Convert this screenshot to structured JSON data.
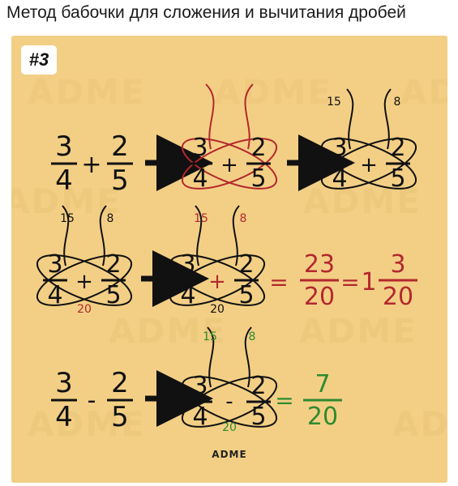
{
  "title": "Метод бабочки для сложения и вычитания дробей",
  "badge": "#3",
  "watermark": "ADME",
  "footer": "ADME",
  "colors": {
    "background": "#f3cf85",
    "ink": "#111111",
    "red": "#b3282e",
    "green": "#2e8b2e"
  },
  "row1": {
    "problem": {
      "num1": "3",
      "den1": "4",
      "op": "+",
      "num2": "2",
      "den2": "5"
    },
    "step1": {
      "num1": "3",
      "den1": "4",
      "op": "+",
      "num2": "2",
      "den2": "5"
    },
    "step2": {
      "num1": "3",
      "den1": "4",
      "op": "+",
      "num2": "2",
      "den2": "5",
      "cross_left": "15",
      "cross_right": "8"
    }
  },
  "row2": {
    "step3": {
      "num1": "3",
      "den1": "4",
      "op": "+",
      "num2": "2",
      "den2": "5",
      "cross_left": "15",
      "cross_right": "8",
      "product": "20"
    },
    "step4": {
      "num1": "3",
      "den1": "4",
      "op": "+",
      "num2": "2",
      "den2": "5",
      "cross_left": "15",
      "cross_right": "8",
      "product": "20"
    },
    "equals": "=",
    "result_num": "23",
    "result_den": "20",
    "equals2": "=",
    "mixed_whole": "1",
    "mixed_num": "3",
    "mixed_den": "20"
  },
  "row3": {
    "problem": {
      "num1": "3",
      "den1": "4",
      "op": "-",
      "num2": "2",
      "den2": "5"
    },
    "step": {
      "num1": "3",
      "den1": "4",
      "op": "-",
      "num2": "2",
      "den2": "5",
      "cross_left": "15",
      "cross_right": "8",
      "product": "20"
    },
    "equals": "=",
    "result_num": "7",
    "result_den": "20"
  }
}
